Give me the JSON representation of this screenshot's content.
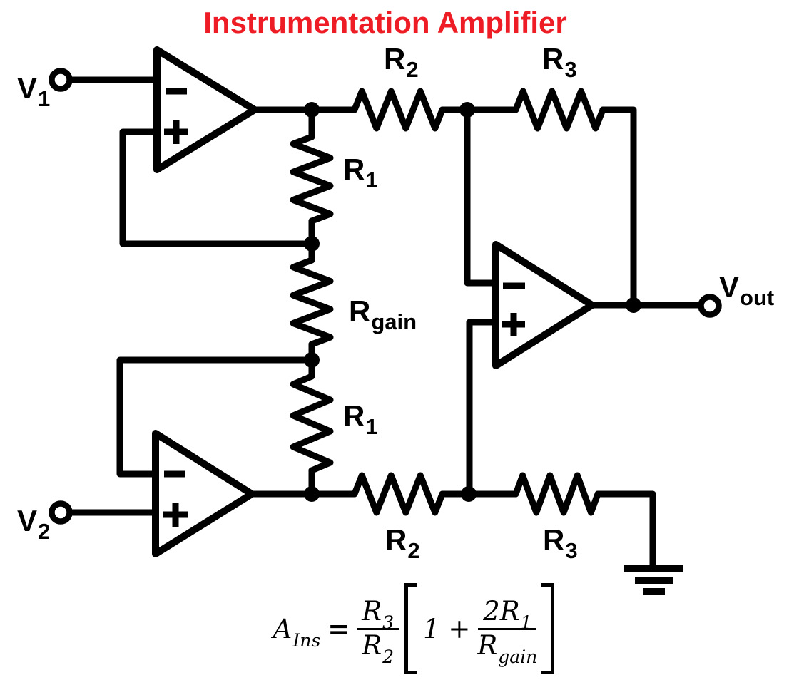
{
  "title": {
    "text": "Instrumentation Amplifier",
    "color": "#ee1c25"
  },
  "colors": {
    "ink": "#000000",
    "title_red": "#ee1c25",
    "background": "#ffffff"
  },
  "terminals": {
    "v1": {
      "base": "V",
      "sub": "1"
    },
    "v2": {
      "base": "V",
      "sub": "2"
    },
    "vout": {
      "base": "V",
      "sub": "out"
    }
  },
  "resistors": {
    "r2_top": {
      "base": "R",
      "sub": "2"
    },
    "r3_top": {
      "base": "R",
      "sub": "3"
    },
    "r1_top": {
      "base": "R",
      "sub": "1"
    },
    "rgain": {
      "base": "R",
      "sub": "gain"
    },
    "r1_bottom": {
      "base": "R",
      "sub": "1"
    },
    "r2_bottom": {
      "base": "R",
      "sub": "2"
    },
    "r3_bottom": {
      "base": "R",
      "sub": "3"
    }
  },
  "opamps": {
    "count": 3,
    "inverting_symbol": "−",
    "noninverting_symbol": "+"
  },
  "formula": {
    "lhs_base": "A",
    "lhs_sub": "Ins",
    "equals": "=",
    "frac1": {
      "num_base": "R",
      "num_sub": "3",
      "den_base": "R",
      "den_sub": "2"
    },
    "term": "1 +",
    "frac2": {
      "num_base": "2R",
      "num_sub": "1",
      "den_base": "R",
      "den_sub": "gain"
    }
  }
}
